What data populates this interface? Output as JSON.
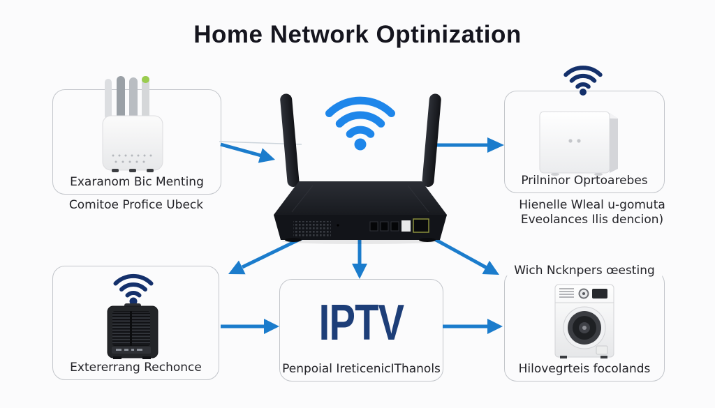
{
  "title": "Home Network Optinization",
  "palette": {
    "arrow_blue": "#1b7ccc",
    "wifi_bright_blue": "#1e86ea",
    "wifi_navy": "#14306b",
    "iptv_text": "#1d3e78",
    "title_text": "#15151e",
    "box_border": "#c2c5ca"
  },
  "hub": {
    "device": "wifi-router",
    "signal_icon": "wifi-signal"
  },
  "nodes": {
    "top_left": {
      "device": "multi-antenna-extender",
      "label": "Exaranom Bic Menting",
      "caption": "Comitoe Profice Ubeck"
    },
    "top_right": {
      "device": "white-range-extender",
      "signal_icon": "wifi-signal",
      "label": "Prilninor Oprtoarebes",
      "caption_lines": [
        "Hienelle Wleal u-gomuta",
        "Eveolances Ilis dencion)"
      ]
    },
    "bottom_left": {
      "device": "black-media-device",
      "signal_icon": "wifi-signal",
      "label": "Extererrang Rechonce"
    },
    "center": {
      "heading": "IPTV",
      "label": "Penpoial IreticenicIThanols"
    },
    "bottom_right": {
      "device": "washing-machine",
      "legend": "Wich Ncknpers œesting",
      "label": "Hilovegrteis focolands"
    }
  }
}
